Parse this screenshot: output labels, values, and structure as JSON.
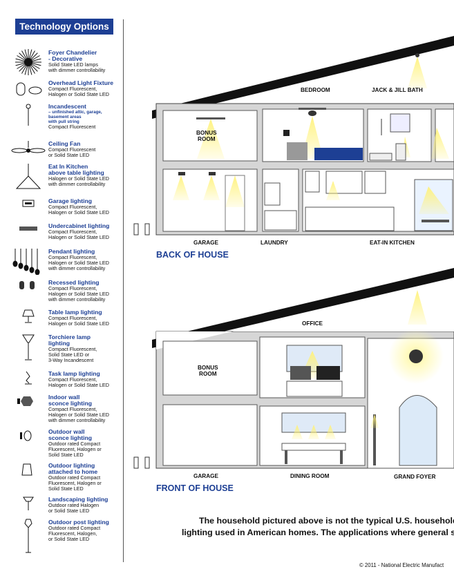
{
  "sidebar": {
    "title": "Technology Options",
    "items": [
      {
        "title": "Foyer Chandelier\n- Decorative",
        "desc": "Solid State LED lamps\nwith dimmer controllability",
        "icon": "chandelier-icon"
      },
      {
        "title": "Overhead Light Fixture",
        "desc": "Compact Fluorescent,\nHalogen or Solid State LED",
        "icon": "overhead-fixture-icon"
      },
      {
        "title": "Incandescent",
        "sub": "–  unfinished attic, garage,\n    basement areas\n    with pull string",
        "desc": "Compact Fluorescent",
        "icon": "pull-string-bulb-icon"
      },
      {
        "title": "Ceiling Fan",
        "desc": "Compact Fluorescent\nor Solid State LED",
        "icon": "ceiling-fan-icon"
      },
      {
        "title": "Eat In Kitchen\nabove table lighting",
        "desc": "Halogen or Solid State LED\nwith dimmer controllability",
        "icon": "kitchen-pendant-icon"
      },
      {
        "title": "Garage lighting",
        "desc": "Compact Fluorescent,\nHalogen or Solid State LED",
        "icon": "garage-light-icon"
      },
      {
        "title": "Undercabinet lighting",
        "desc": "Compact Fluorescent,\nHalogen or Solid State LED",
        "icon": "undercabinet-light-icon"
      },
      {
        "title": "Pendant lighting",
        "desc": "Compact Fluorescent,\nHalogen or Solid State LED\nwith dimmer controllability",
        "icon": "pendant-lights-icon"
      },
      {
        "title": "Recessed lighting",
        "desc": "Compact Fluorescent,\nHalogen or Solid State LED\nwith dimmer controllability",
        "icon": "recessed-light-icon"
      },
      {
        "title": "Table lamp lighting",
        "desc": "Compact Fluorescent,\nHalogen or Solid State LED",
        "icon": "table-lamp-icon"
      },
      {
        "title": "Torchiere lamp\nlighting",
        "desc": "Compact Fluorescent,\nSolid State LED or\n3-Way Incandescent",
        "icon": "torchiere-lamp-icon"
      },
      {
        "title": "Task lamp lighting",
        "desc": "Compact Fluorescent,\nHalogen or Solid State LED",
        "icon": "task-lamp-icon"
      },
      {
        "title": "Indoor wall\nsconce lighting",
        "desc": "Compact Fluorescent,\nHalogen or Solid State LED\nwith dimmer controllability",
        "icon": "indoor-sconce-icon"
      },
      {
        "title": "Outdoor wall\nsconce lighting",
        "desc": "Outdoor rated Compact\nFluorescent, Halogen or\nSolid State LED",
        "icon": "outdoor-sconce-icon"
      },
      {
        "title": "Outdoor lighting\nattached to home",
        "desc": "Outdoor rated Compact\nFluorescent, Halogen or\nSolid State LED",
        "icon": "outdoor-attached-light-icon"
      },
      {
        "title": "Landscaping lighting",
        "desc": "Outdoor rated Halogen\nor Solid State LED",
        "icon": "landscape-light-icon"
      },
      {
        "title": "Outdoor post lighting",
        "desc": "Outdoor rated Compact\nFluorescent, Halogen,\nor Solid State LED",
        "icon": "post-light-icon"
      }
    ]
  },
  "back_house": {
    "section": "BACK OF HOUSE",
    "rooms": {
      "bedroom": "BEDROOM",
      "bath": "JACK & JILL BATH",
      "bonus": "BONUS\nROOM",
      "garage": "GARAGE",
      "laundry": "LAUNDRY",
      "kitchen": "EAT-IN KITCHEN"
    }
  },
  "front_house": {
    "section": "FRONT OF HOUSE",
    "rooms": {
      "office": "OFFICE",
      "bonus": "BONUS\nROOM",
      "garage": "GARAGE",
      "dining": "DINING ROOM",
      "foyer": "GRAND FOYER"
    }
  },
  "footer": {
    "line1": "The household pictured above is not the typical U.S. household,",
    "line2": "lighting used in American homes.  The applications where general se",
    "copyright": "© 2011 - National Electric Manufact"
  },
  "colors": {
    "brand": "#1d3f94",
    "light": "#fff27a",
    "wall": "#d6d6d6"
  }
}
